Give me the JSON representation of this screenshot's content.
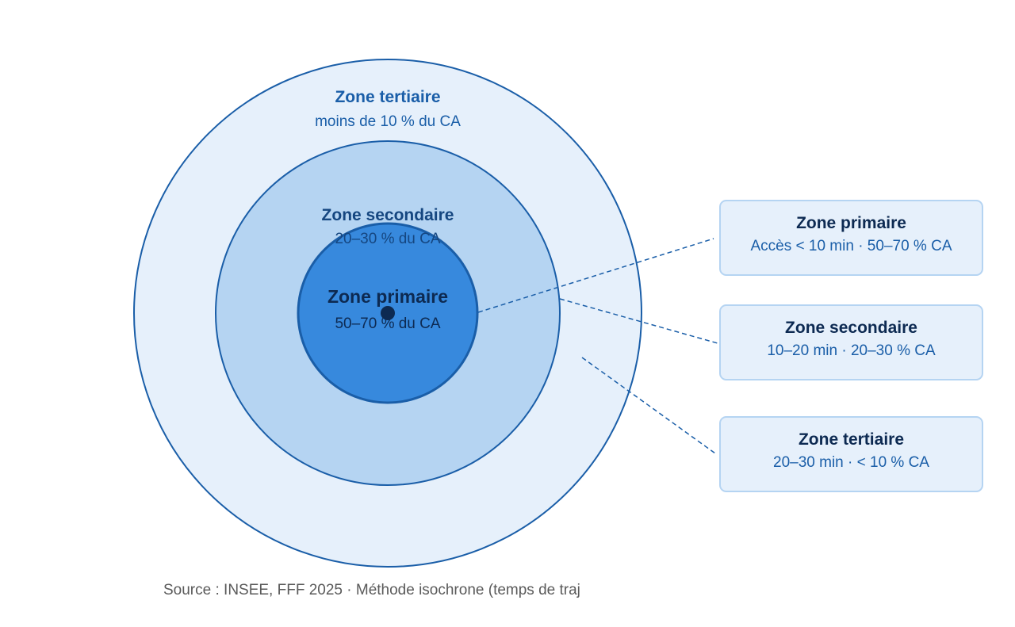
{
  "zones": {
    "tertiary": {
      "title": "Zone tertiaire",
      "share": "moins de 10 % du CA"
    },
    "secondary": {
      "title": "Zone secondaire",
      "share": "20–30 % du CA"
    },
    "primary": {
      "title": "Zone primaire",
      "share": "50–70 % du CA"
    }
  },
  "legend": [
    {
      "title": "Zone primaire",
      "detail": "Accès < 10 min · 50–70 % CA"
    },
    {
      "title": "Zone secondaire",
      "detail": "10–20 min · 20–30 % CA"
    },
    {
      "title": "Zone tertiaire",
      "detail": "20–30 min · < 10 % CA"
    }
  ],
  "source": "Source : INSEE, FFF 2025 · Méthode isochrone (temps de traj",
  "colors": {
    "tertiary": "#e6f0fb",
    "secondary": "#b5d4f2",
    "primary": "#3789dd",
    "stroke": "#1a5ea8",
    "center": "#0d2a52"
  }
}
